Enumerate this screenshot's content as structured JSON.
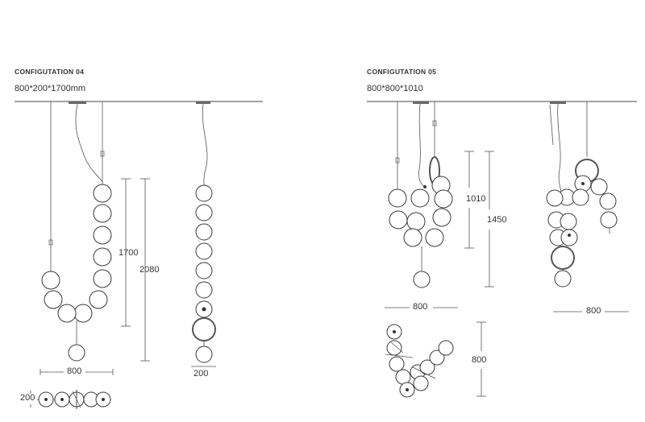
{
  "config04": {
    "heading": "CONFIGUTATION 04",
    "size": "800*200*1700mm",
    "dims": {
      "d1700": "1700",
      "d2080": "2080",
      "d800": "800",
      "d200a": "200",
      "d200b": "200"
    }
  },
  "config05": {
    "heading": "CONFIGUTATION 05",
    "size": "800*800*1010",
    "dims": {
      "d1010": "1010",
      "d1450": "1450",
      "d800a": "800",
      "d800b": "800",
      "d800c": "800"
    }
  },
  "colors": {
    "line": "#444444",
    "ball": "#ffffff",
    "outline": "#3a3a3a"
  }
}
